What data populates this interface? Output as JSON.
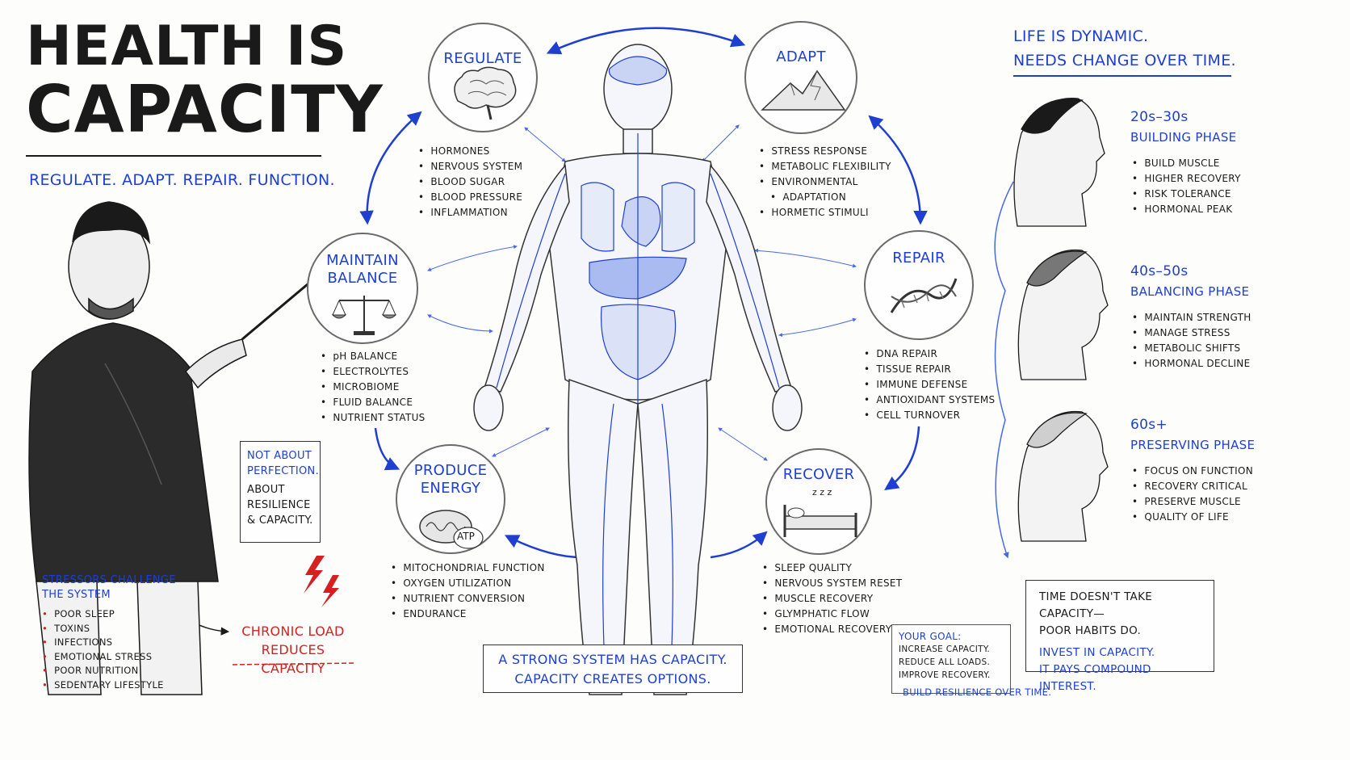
{
  "header": {
    "title_line1": "HEALTH IS",
    "title_line2": "CAPACITY",
    "subtitle": "REGULATE. ADAPT. REPAIR. FUNCTION."
  },
  "top_right": {
    "line1": "LIFE IS DYNAMIC.",
    "line2": "NEEDS CHANGE OVER TIME."
  },
  "nodes": {
    "regulate": {
      "label": "REGULATE",
      "items": [
        "HORMONES",
        "NERVOUS SYSTEM",
        "BLOOD SUGAR",
        "BLOOD PRESSURE",
        "INFLAMMATION"
      ]
    },
    "adapt": {
      "label": "ADAPT",
      "items": [
        "STRESS RESPONSE",
        "METABOLIC FLEXIBILITY",
        "ENVIRONMENTAL",
        "ADAPTATION",
        "HORMETIC STIMULI"
      ]
    },
    "maintain": {
      "label_line1": "MAINTAIN",
      "label_line2": "BALANCE",
      "items": [
        "pH BALANCE",
        "ELECTROLYTES",
        "MICROBIOME",
        "FLUID BALANCE",
        "NUTRIENT STATUS"
      ]
    },
    "repair": {
      "label": "REPAIR",
      "items": [
        "DNA REPAIR",
        "TISSUE REPAIR",
        "IMMUNE DEFENSE",
        "ANTIOXIDANT SYSTEMS",
        "CELL TURNOVER"
      ]
    },
    "energy": {
      "label_line1": "PRODUCE",
      "label_line2": "ENERGY",
      "atp": "ATP",
      "items": [
        "MITOCHONDRIAL FUNCTION",
        "OXYGEN UTILIZATION",
        "NUTRIENT CONVERSION",
        "ENDURANCE"
      ]
    },
    "recover": {
      "label": "RECOVER",
      "zzz": "z z z",
      "items": [
        "SLEEP QUALITY",
        "NERVOUS SYSTEM RESET",
        "MUSCLE RECOVERY",
        "GLYMPHATIC FLOW",
        "EMOTIONAL RECOVERY"
      ]
    }
  },
  "perfection_box": {
    "line1": "NOT ABOUT",
    "line2": "PERFECTION.",
    "line3": "ABOUT",
    "line4": "RESILIENCE",
    "line5": "& CAPACITY."
  },
  "stressors": {
    "title_line1": "STRESSORS CHALLENGE",
    "title_line2": "THE SYSTEM",
    "items": [
      "POOR SLEEP",
      "TOXINS",
      "INFECTIONS",
      "EMOTIONAL STRESS",
      "POOR NUTRITION",
      "SEDENTARY LIFESTYLE"
    ]
  },
  "chronic": {
    "line1": "CHRONIC LOAD",
    "line2": "REDUCES CAPACITY"
  },
  "center_box": {
    "line1": "A STRONG SYSTEM HAS CAPACITY.",
    "line2": "CAPACITY CREATES OPTIONS."
  },
  "phases": [
    {
      "age": "20s–30s",
      "phase": "BUILDING PHASE",
      "items": [
        "BUILD MUSCLE",
        "HIGHER RECOVERY",
        "RISK TOLERANCE",
        "HORMONAL PEAK"
      ]
    },
    {
      "age": "40s–50s",
      "phase": "BALANCING PHASE",
      "items": [
        "MAINTAIN STRENGTH",
        "MANAGE STRESS",
        "METABOLIC SHIFTS",
        "HORMONAL DECLINE"
      ]
    },
    {
      "age": "60s+",
      "phase": "PRESERVING PHASE",
      "items": [
        "FOCUS ON FUNCTION",
        "RECOVERY CRITICAL",
        "PRESERVE MUSCLE",
        "QUALITY OF LIFE"
      ]
    }
  ],
  "goal_box": {
    "title": "YOUR GOAL:",
    "items": [
      "INCREASE CAPACITY.",
      "REDUCE ALL LOADS.",
      "IMPROVE RECOVERY."
    ],
    "last": "BUILD RESILIENCE OVER TIME."
  },
  "time_box": {
    "line1": "TIME DOESN'T TAKE CAPACITY—",
    "line2": "POOR HABITS DO.",
    "line3": "INVEST IN CAPACITY.",
    "line4": "IT PAYS COMPOUND INTEREST."
  },
  "colors": {
    "accent": "#1f3fd0",
    "alert": "#d42020",
    "ink": "#1a1a1a"
  }
}
